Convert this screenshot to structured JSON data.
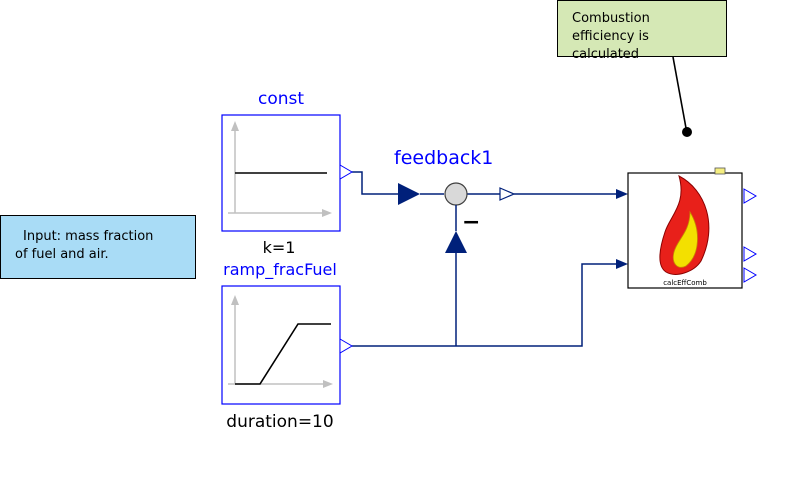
{
  "blocks": {
    "const": {
      "name": "const",
      "parameter": "k=1"
    },
    "ramp": {
      "name": "ramp_fracFuel",
      "parameter": "duration=10"
    },
    "feedback": {
      "name": "feedback1",
      "minus_sign": "−"
    },
    "comb": {
      "name": "calcEffComb"
    }
  },
  "notes": {
    "top": {
      "line1": "Combustion efficiency is",
      "line2": "calculated"
    },
    "left": {
      "line1": "Input: mass fraction",
      "line2": "of fuel and air."
    }
  },
  "colors": {
    "label_blue": "#0000ff",
    "connector_navy": "#00207a",
    "note_green": "#d5e8b5",
    "note_blue": "#a9dcf6",
    "flame_red": "#e8201a",
    "flame_yellow": "#f3e000"
  }
}
